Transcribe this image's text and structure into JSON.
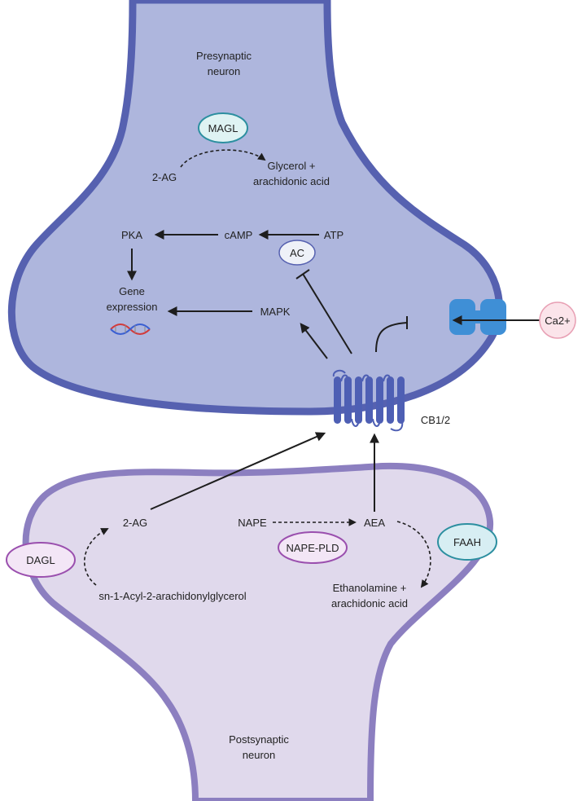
{
  "labels": {
    "presynaptic_line1": "Presynaptic",
    "presynaptic_line2": "neuron",
    "postsynaptic_line1": "Postsynaptic",
    "postsynaptic_line2": "neuron",
    "two_ag_pre": "2-AG",
    "glycerol_line1": "Glycerol +",
    "glycerol_line2": "arachidonic acid",
    "pka": "PKA",
    "camp": "cAMP",
    "atp": "ATP",
    "gene_line1": "Gene",
    "gene_line2": "expression",
    "mapk": "MAPK",
    "cb12": "CB1/2",
    "two_ag_post": "2-AG",
    "nape": "NAPE",
    "aea": "AEA",
    "sn1": "sn-1-Acyl-2-arachidonylglycerol",
    "ethanolamine_line1": "Ethanolamine +",
    "ethanolamine_line2": "arachidonic acid"
  },
  "enzymes": {
    "magl": "MAGL",
    "ac": "AC",
    "ca2": "Ca2+",
    "dagl": "DAGL",
    "nape_pld": "NAPE-PLD",
    "faah": "FAAH"
  },
  "colors": {
    "pre_fill": "#aeb6dd",
    "pre_stroke": "#5661b0",
    "post_fill": "#e0d9ec",
    "post_stroke": "#8c7fc0",
    "receptor": "#4e5fb4",
    "channel": "#3f8fd6",
    "magl_fill": "#dff3f3",
    "magl_stroke": "#2c8fa0",
    "ac_fill": "#eef1f8",
    "ac_stroke": "#5661b0",
    "ca_fill": "#fbe4ea",
    "ca_stroke": "#e8a0b4",
    "dagl_fill": "#f3e6f6",
    "dagl_stroke": "#9a4fae",
    "faah_fill": "#d7eef3",
    "faah_stroke": "#2c8fa0",
    "arrow": "#1e1e1e"
  }
}
